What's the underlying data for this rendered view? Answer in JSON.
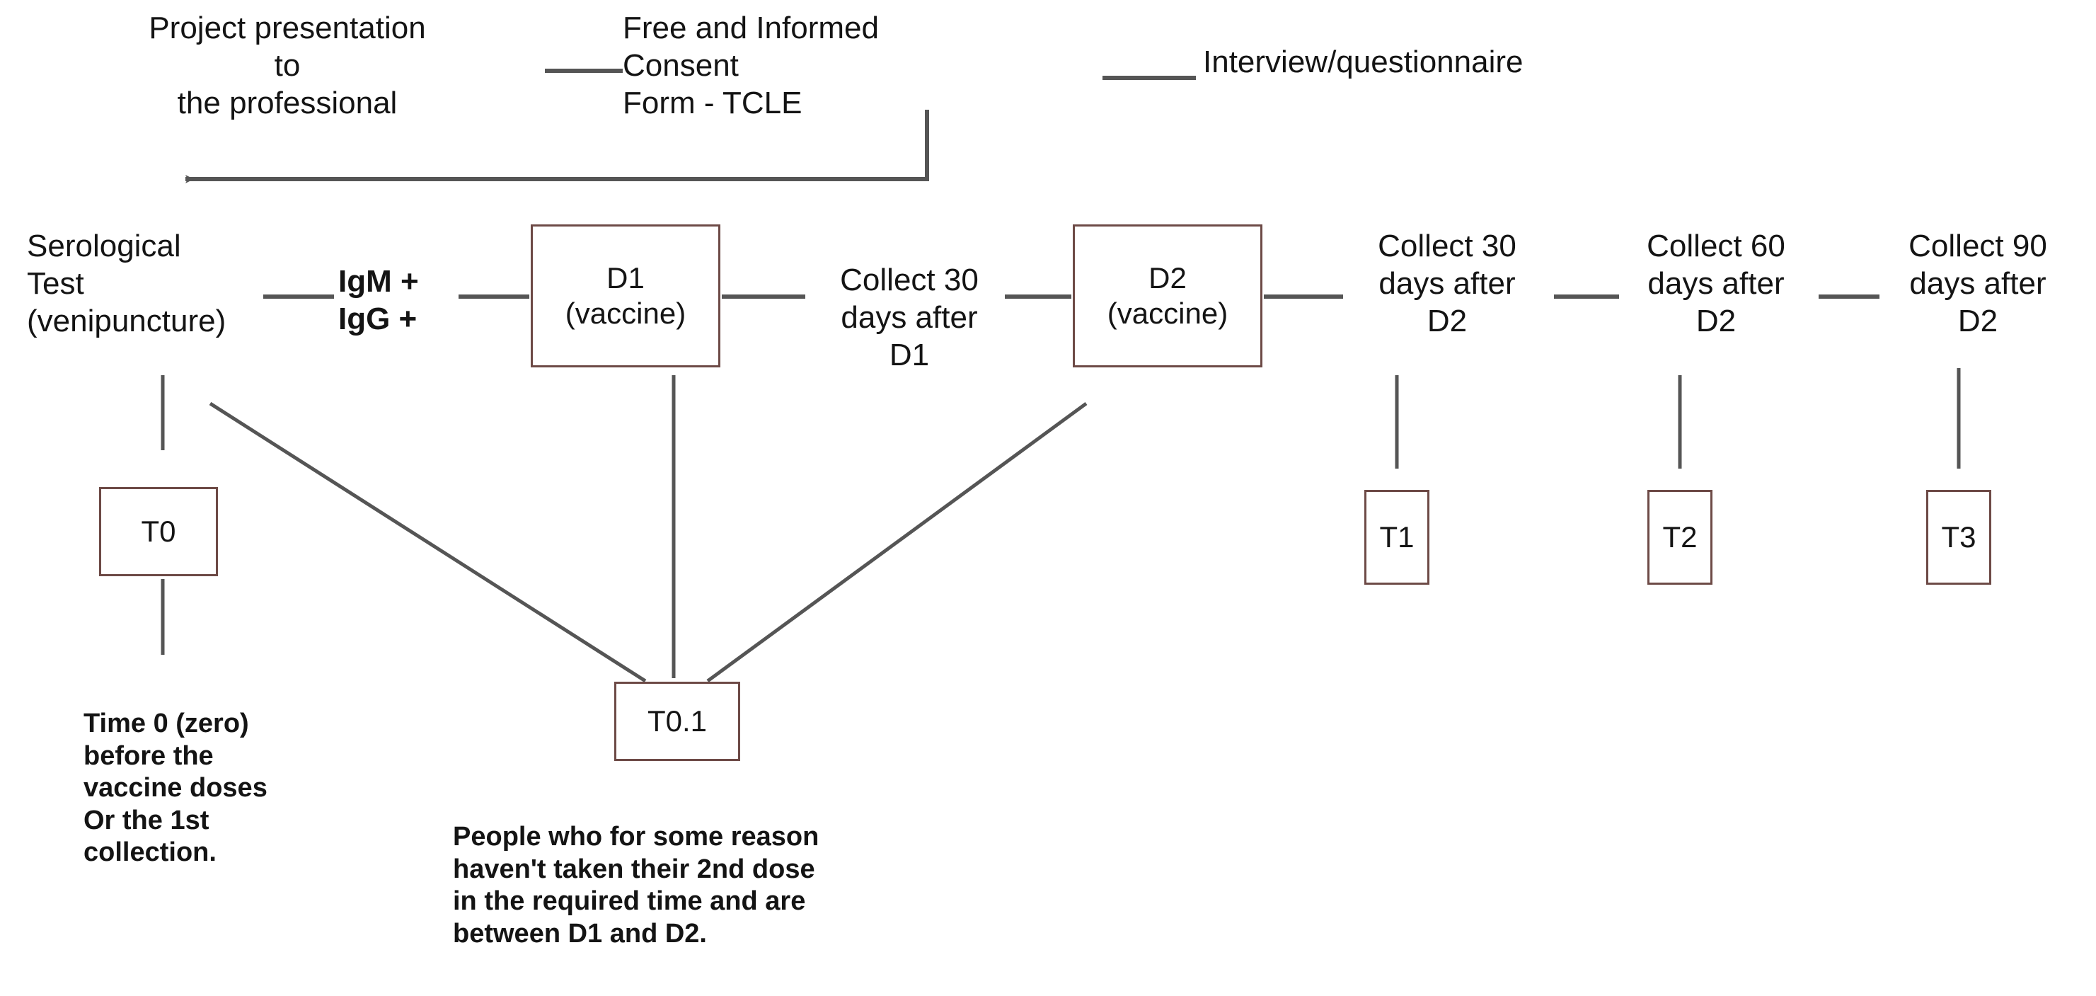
{
  "diagram": {
    "title_role": "study-flow-chart",
    "colors": {
      "box_border": "#6d4a46",
      "connector": "#555555",
      "text": "#141414",
      "background": "#ffffff"
    },
    "header": {
      "presentation": "Project presentation to\nthe professional",
      "consent": "Free and Informed  Consent\nForm - TCLE",
      "interview": "Interview/questionnaire"
    },
    "timeline": {
      "serological_test": "Serological\nTest\n(venipuncture)",
      "igm_igg": "IgM +\nIgG +",
      "collect_30_after_d1": "Collect 30\ndays after\nD1",
      "collect_30_after_d2": "Collect 30\ndays after\nD2",
      "collect_60_after_d2": "Collect 60\ndays after\nD2",
      "collect_90_after_d2": "Collect 90\ndays after\nD2"
    },
    "boxes": {
      "d1": "D1\n(vaccine)",
      "d2": "D2\n(vaccine)",
      "t0": "T0",
      "t0_1": "T0.1",
      "t1": "T1",
      "t2": "T2",
      "t3": "T3"
    },
    "notes": {
      "t0_note": "Time 0 (zero)\nbefore the\nvaccine doses\nOr the 1st\ncollection.",
      "t0_1_note": "People who for some reason\nhaven't  taken their 2nd dose\nin the required time and are\nbetween  D1 and D2."
    }
  }
}
